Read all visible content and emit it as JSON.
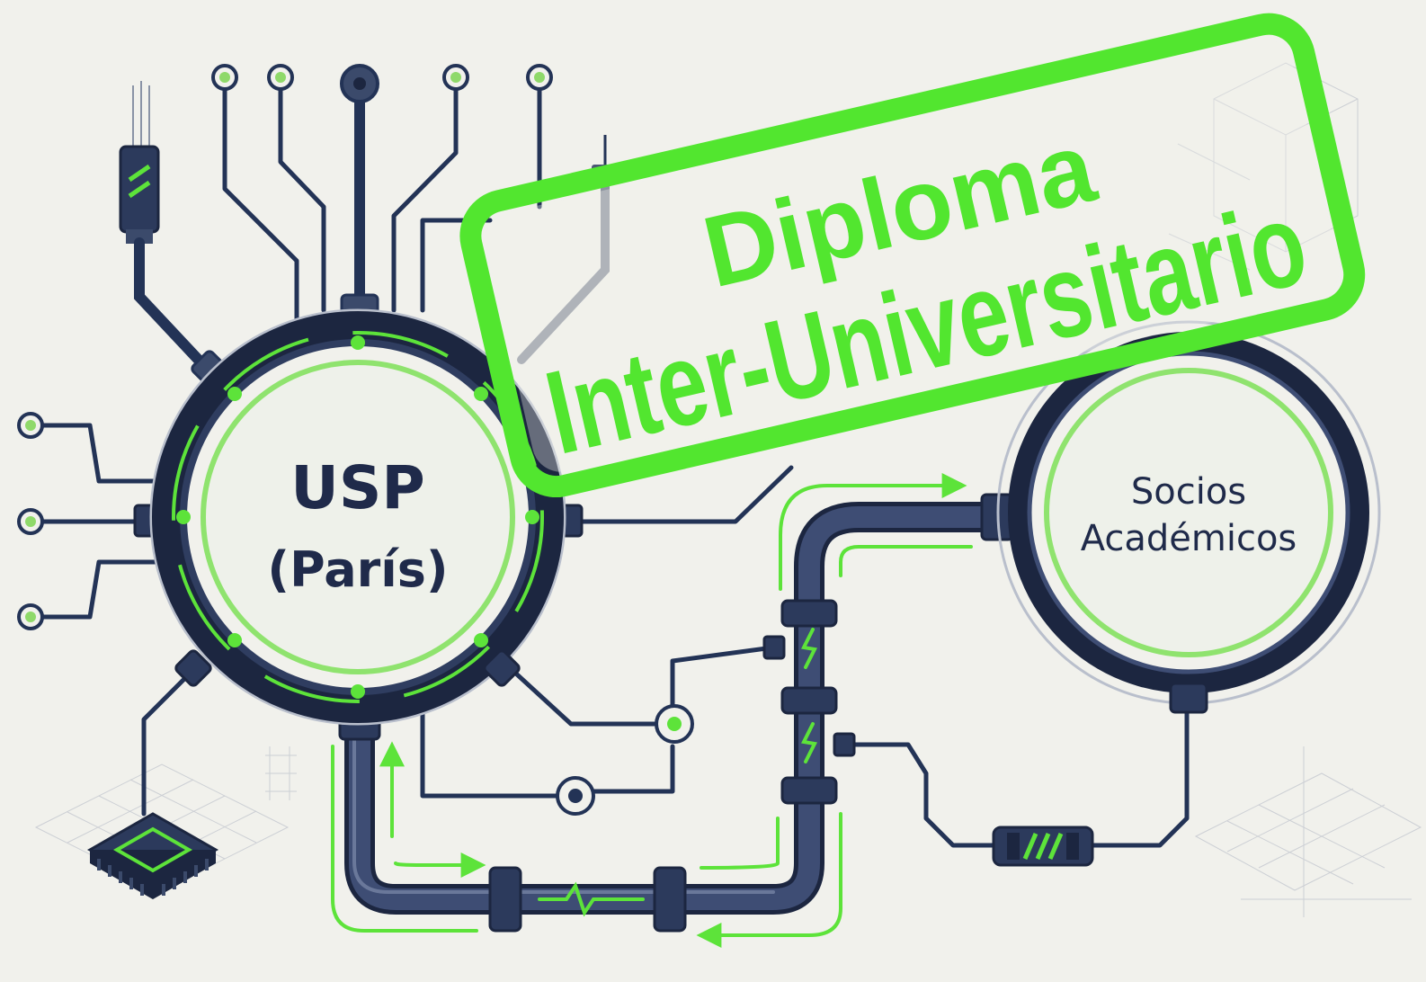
{
  "hub_primary": {
    "line1": "USP",
    "line2": "(París)"
  },
  "hub_partner": {
    "line1": "Socios",
    "line2": "Académicos"
  },
  "stamp": {
    "line1": "Diploma",
    "line2": "Inter-Universitario"
  },
  "colors": {
    "navy": "#233356",
    "green": "#5de33a",
    "stamp_green": "#52e62f",
    "background": "#f1f1ec",
    "grid": "#b9bfc8"
  }
}
